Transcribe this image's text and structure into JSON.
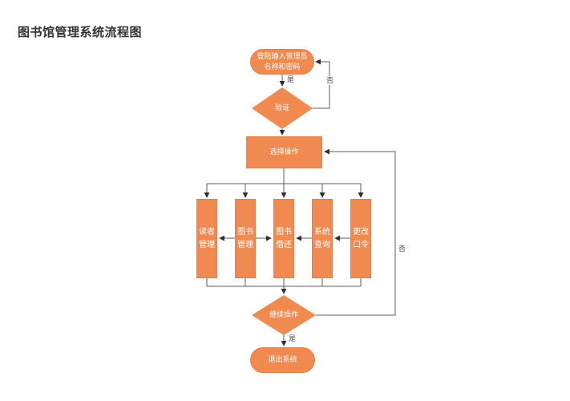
{
  "page": {
    "title": "图书馆管理系统流程图"
  },
  "flowchart": {
    "nodes": {
      "login": {
        "type": "terminator",
        "label": "登陆输入管理员名称和密码"
      },
      "verify": {
        "type": "decision",
        "label": "验证"
      },
      "choose": {
        "type": "process",
        "label": "选择操作"
      },
      "continue": {
        "type": "decision",
        "label": "继续操作"
      },
      "exit": {
        "type": "terminator",
        "label": "退出系统"
      }
    },
    "branches": [
      {
        "label": "读者管理"
      },
      {
        "label": "图书管理"
      },
      {
        "label": "图书借还"
      },
      {
        "label": "系统查询"
      },
      {
        "label": "更改口令"
      }
    ],
    "edge_labels": {
      "yes_top": "是",
      "no_top": "否",
      "no_right": "否",
      "yes_bottom": "是"
    },
    "colors": {
      "shape_fill": "#F08A50",
      "shape_border": "#E87F43",
      "shape_text": "#FFFFFF",
      "line": "#5E5E5E",
      "arrowhead": "#2F2F2F",
      "edge_label_text": "#4A4A4A",
      "title_text": "#333333",
      "background": "#FFFFFF"
    }
  }
}
